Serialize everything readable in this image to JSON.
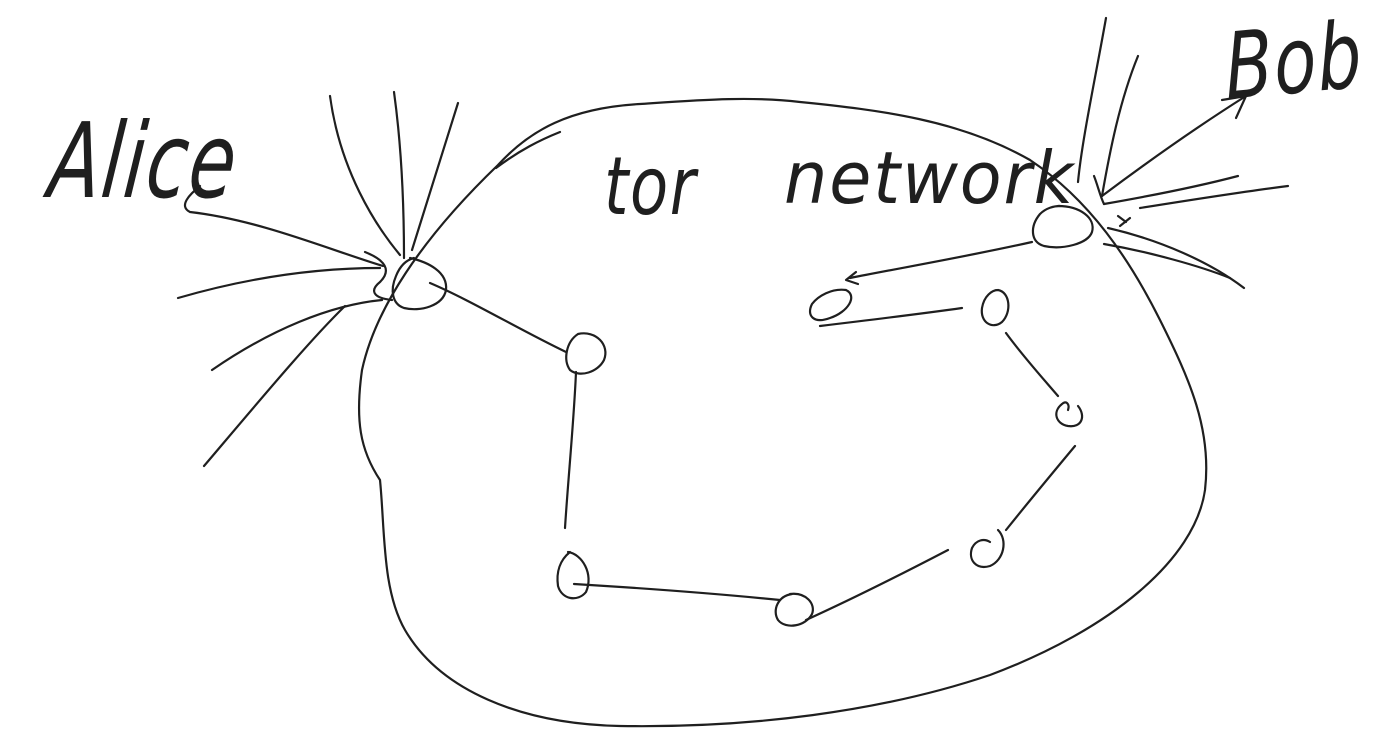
{
  "diagram": {
    "labels": {
      "alice": "Alice",
      "bob": "Bob",
      "tor": "tor",
      "network": "network"
    },
    "nodes": [
      {
        "id": "alice-guard"
      },
      {
        "id": "relay-1"
      },
      {
        "id": "relay-2"
      },
      {
        "id": "relay-3"
      },
      {
        "id": "relay-4"
      },
      {
        "id": "relay-5"
      },
      {
        "id": "relay-6"
      },
      {
        "id": "relay-7"
      },
      {
        "id": "relay-8"
      },
      {
        "id": "bob-exit"
      }
    ],
    "stroke_color": "#1f1f1f"
  }
}
